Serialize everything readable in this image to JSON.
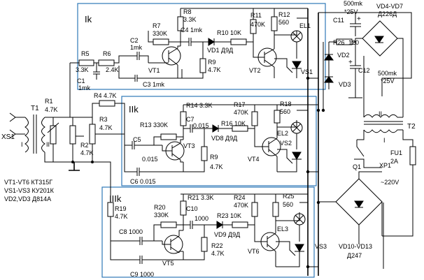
{
  "stages": {
    "s1": "Ik",
    "s2": "IIk",
    "s3": "IIIk"
  },
  "legend": {
    "line1": "VT1-VT6 КТ315Г",
    "line2": "VS1-VS3 КУ201К",
    "line3": "VD2,VD3 Д814А"
  },
  "power": {
    "c11_val": "500mk",
    "c11_volt": "*25V",
    "bridge_top_name": "VD4-VD7",
    "bridge_top_type": "Д226Д",
    "c11": "C11",
    "r26": "R26",
    "r26_val": "120",
    "vd2": "VD2",
    "vd3": "VD3",
    "c12": "C12",
    "c12_val": "500mk",
    "c12_volt": "*25V",
    "t2": "T2",
    "t2_secondary": "II",
    "t2_primary": "I",
    "fu1": "FU1",
    "fu1_val": "2A",
    "xp1": "XP1",
    "q1": "Q1",
    "mains": "~220V",
    "bridge_bottom_name": "VD10-VD13",
    "bridge_bottom_type": "Д247"
  },
  "input": {
    "xs1": "XS1",
    "t1": "T1",
    "t1_primary": "I",
    "t1_secondary": "II",
    "r1": "R1",
    "r1_val": "4.7K",
    "r2": "R2",
    "r2_val": "4.7K",
    "r3": "R3",
    "r3_val": "4.7K",
    "r4": "R4 4.7K"
  },
  "ch1": {
    "r5": "R5",
    "r5_val": "3.3K",
    "r6": "R6",
    "r6_val": "2.4K",
    "c1": "C1",
    "c1_val": "1mk",
    "c2": "C2",
    "c2_val": "1mk",
    "c3": "C3 1mk",
    "r7": "R7",
    "r7_val": "330K",
    "r8": "R8",
    "r8_val": "3.3K",
    "c4": "C4 1mk",
    "vt1": "VT1",
    "r9": "R9",
    "r9_val": "4.7K",
    "vd1": "VD1 Д9Д",
    "r10": "R10 10K",
    "r11": "R11",
    "r11_val": "470K",
    "r12": "R12",
    "r12_val": "560",
    "el1": "EL1",
    "vt2": "VT2",
    "vs1": "VS1"
  },
  "ch2": {
    "c5": "C5",
    "c5_val": "0.015",
    "c6": "C6  0.015",
    "r13": "R13 330K",
    "r14": "R14 3.3K",
    "c7": "C7",
    "c7_val": "0.015",
    "vt3": "VT3",
    "r9": "R9",
    "r9_val": "4.7K",
    "vd8": "VD8 Д9Д",
    "r16": "R16  10K",
    "r17": "R17",
    "r17_val": "470K",
    "r18": "R18",
    "r18_val": "560",
    "el2": "EL2",
    "vt4": "VT4",
    "vs2": "VS2"
  },
  "ch3": {
    "r19": "R19",
    "r19_val": "4.7K",
    "c8": "C8 1000",
    "c9": "C9 1000",
    "r20": "R20",
    "r20_val": "330K",
    "r21": "R21 3.3K",
    "c10": "C10",
    "c10_val": "1000",
    "vt5": "VT5",
    "r22": "R22",
    "r22_val": "4.7K",
    "vd9": "VD9 Д9Д",
    "r23": "R23  10K",
    "r24": "R24",
    "r24_val": "470K",
    "r25": "R25",
    "r25_val": "560",
    "el3": "EL3",
    "vt6": "VT6",
    "vs3": "VS3"
  }
}
